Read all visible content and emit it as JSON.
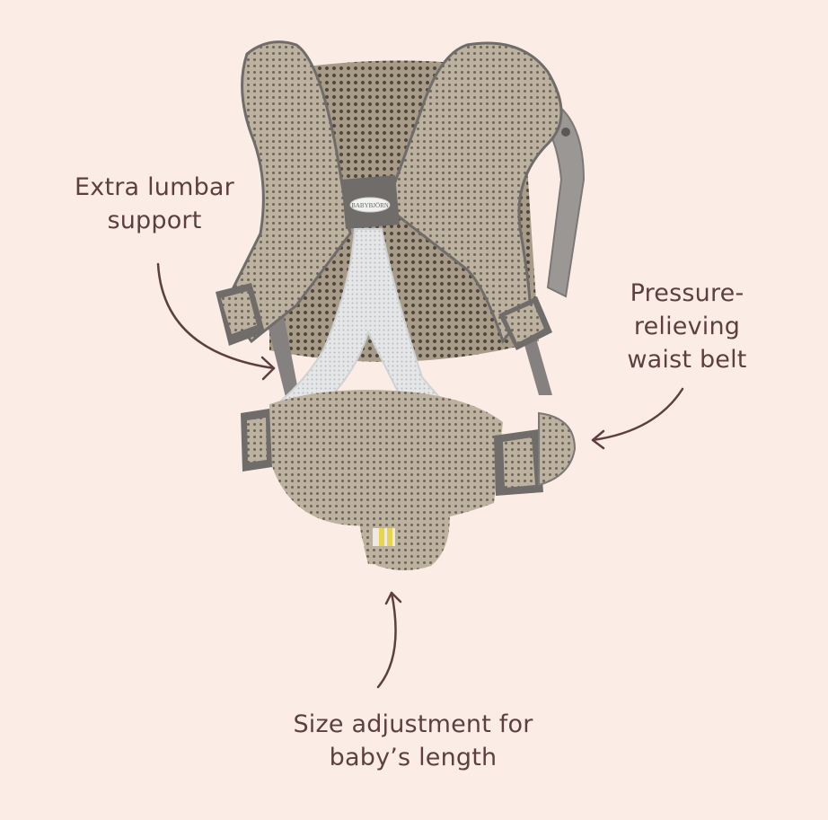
{
  "background_color": "#fbede6",
  "text_color": "#5e3f40",
  "product": {
    "name": "Baby carrier (back view, mesh)",
    "brand_badge": "BabyBjörn"
  },
  "callouts": [
    {
      "id": "lumbar",
      "text": "Extra lumbar\nsupport",
      "arrow_direction": "right"
    },
    {
      "id": "waist",
      "text": "Pressure-\nrelieving\nwaist belt",
      "arrow_direction": "left"
    },
    {
      "id": "size",
      "text": "Size adjustment for\nbaby’s length",
      "arrow_direction": "up"
    }
  ],
  "colors": {
    "mesh": "#b9ad9c",
    "mesh_dark": "#8f8575",
    "trim": "#6f6c6a",
    "light_mesh": "#dfe1e2",
    "arrow": "#5e3f40",
    "ruler": "#e9d54a"
  }
}
